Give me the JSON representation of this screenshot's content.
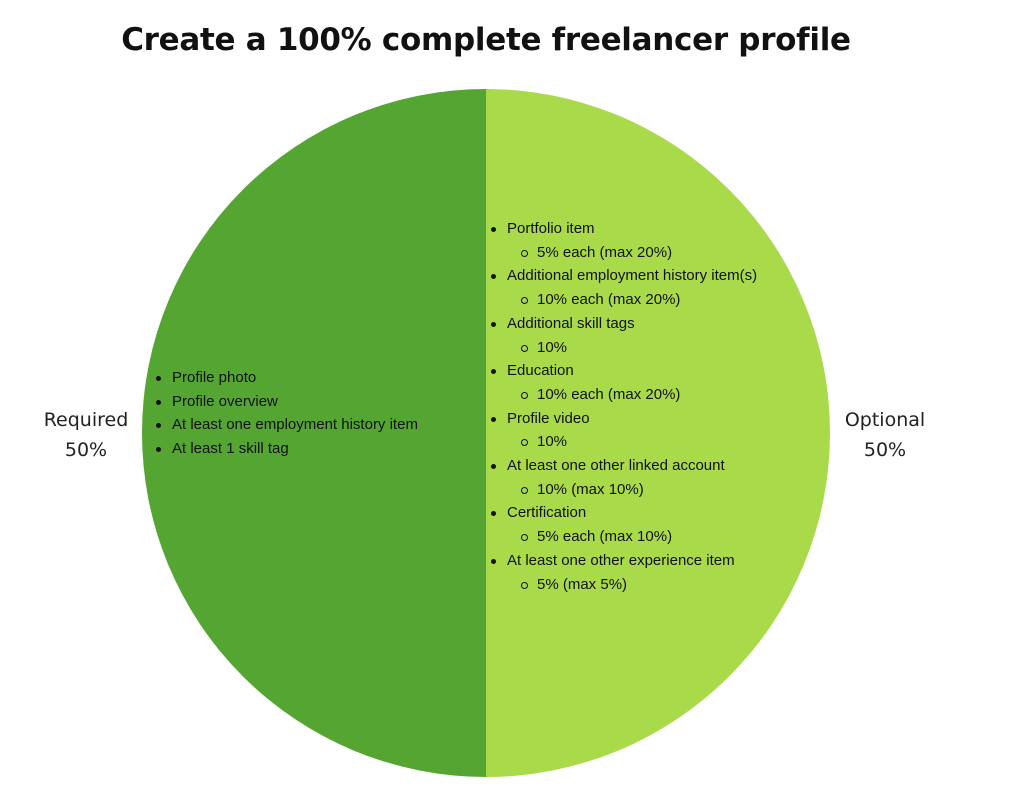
{
  "chart_data": {
    "type": "pie",
    "title": "Create a 100% complete freelancer profile",
    "slices": [
      {
        "name": "Required",
        "value": 50,
        "value_label": "50%",
        "color": "#55a532",
        "items": [
          "Profile photo",
          "Profile overview",
          "At least one employment history item",
          "At least 1 skill tag"
        ]
      },
      {
        "name": "Optional",
        "value": 50,
        "value_label": "50%",
        "color": "#a9da4a",
        "items": [
          {
            "label": "Portfolio item",
            "detail": "5% each (max 20%)"
          },
          {
            "label": "Additional employment history item(s)",
            "detail": "10% each (max 20%)"
          },
          {
            "label": "Additional skill tags",
            "detail": "10%"
          },
          {
            "label": "Education",
            "detail": "10% each (max 20%)"
          },
          {
            "label": "Profile video",
            "detail": "10%"
          },
          {
            "label": "At least one other linked account",
            "detail": "10% (max 10%)"
          },
          {
            "label": "Certification",
            "detail": "5% each (max 10%)"
          },
          {
            "label": "At least one other experience item",
            "detail": "5% (max 5%)"
          }
        ]
      }
    ],
    "legend": "none"
  }
}
